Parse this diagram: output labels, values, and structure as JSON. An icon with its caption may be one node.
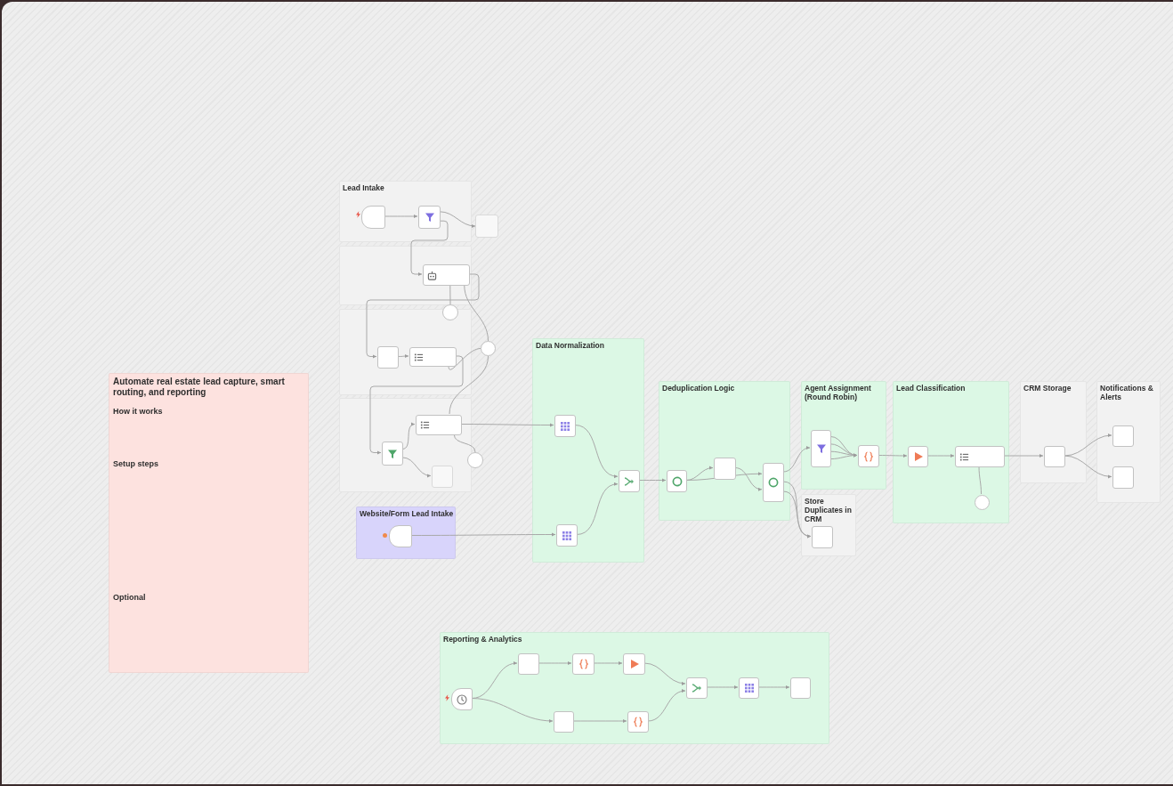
{
  "diagram": {
    "nodes": [
      {
        "text": [
          "Automate real estate lead capture, smart routing, and reporting",
          "How it works",
          "Setup steps",
          "Optional"
        ]
      },
      {
        "text": [
          "Lead Intake"
        ]
      },
      {
        "text": [],
        "shape": "box",
        "in": 1
      },
      {
        "text": [],
        "shape": "box",
        "in": 1
      },
      {
        "text": [],
        "shape": "box"
      },
      {
        "text": [],
        "shape": "box"
      },
      {
        "text": [],
        "shape": "box",
        "in": 5
      },
      {
        "text": [],
        "shape": "circle"
      },
      {
        "text": [],
        "shape": "box"
      },
      {
        "text": [],
        "shape": "box",
        "in": 8
      },
      {
        "text": [],
        "shape": "box",
        "in": 8
      },
      {
        "text": [],
        "shape": "circle"
      },
      {
        "text": [],
        "shape": "box"
      },
      {
        "text": [],
        "shape": "box",
        "in": 12
      },
      {
        "text": [],
        "shape": "box",
        "in": 12
      },
      {
        "text": [],
        "shape": "box",
        "in": 12
      },
      {
        "text": [],
        "shape": "circle"
      },
      {
        "text": [
          "Website/Form Lead Intake"
        ]
      },
      {
        "text": [],
        "shape": "box",
        "in": 17
      },
      {
        "text": [
          "Data Normalization"
        ]
      },
      {
        "text": [],
        "shape": "box",
        "in": 19
      },
      {
        "text": [],
        "shape": "box",
        "in": 19
      },
      {
        "text": [],
        "shape": "box",
        "in": 19
      },
      {
        "text": [
          "Deduplication Logic"
        ]
      },
      {
        "text": [],
        "shape": "box",
        "in": 23
      },
      {
        "text": [],
        "shape": "box",
        "in": 23
      },
      {
        "text": [],
        "shape": "box",
        "in": 23
      },
      {
        "text": [
          "Agent Assignment (Round Robin)"
        ]
      },
      {
        "text": [],
        "shape": "box",
        "in": 27
      },
      {
        "text": [],
        "shape": "box",
        "in": 27
      },
      {
        "text": [
          "Store Duplicates in CRM"
        ]
      },
      {
        "text": [],
        "shape": "box",
        "in": 30
      },
      {
        "text": [
          "Lead Classification"
        ]
      },
      {
        "text": [],
        "shape": "box",
        "in": 32
      },
      {
        "text": [],
        "shape": "box",
        "in": 32
      },
      {
        "text": [],
        "shape": "circle",
        "in": 32
      },
      {
        "text": [
          "CRM Storage"
        ]
      },
      {
        "text": [],
        "shape": "box",
        "in": 36
      },
      {
        "text": [
          "Notifications & Alerts"
        ]
      },
      {
        "text": [],
        "shape": "box",
        "in": 38
      },
      {
        "text": [],
        "shape": "box",
        "in": 38
      },
      {
        "text": [
          "Reporting & Analytics"
        ]
      },
      {
        "text": [],
        "shape": "box",
        "in": 41
      },
      {
        "text": [],
        "shape": "box",
        "in": 41
      },
      {
        "text": [],
        "shape": "box",
        "in": 41
      },
      {
        "text": [],
        "shape": "box",
        "in": 41
      },
      {
        "text": [],
        "shape": "box",
        "in": 41
      },
      {
        "text": [],
        "shape": "box",
        "in": 41
      },
      {
        "text": [],
        "shape": "box",
        "in": 41
      },
      {
        "text": [],
        "shape": "box",
        "in": 41
      },
      {
        "text": [],
        "shape": "box",
        "in": 41
      }
    ],
    "edges": [
      {
        "from": 2,
        "to": 3,
        "arrow": "to"
      },
      {
        "from": 3,
        "to": 4,
        "arrow": "to"
      },
      {
        "from": 3,
        "to": 6,
        "arrow": "to"
      },
      {
        "from": 6,
        "to": 9,
        "arrow": "to"
      },
      {
        "from": 9,
        "to": 10,
        "arrow": "to"
      },
      {
        "from": 10,
        "to": 13,
        "arrow": "to"
      },
      {
        "from": 13,
        "to": 14,
        "arrow": "to"
      },
      {
        "from": 13,
        "to": 15,
        "arrow": "to"
      },
      {
        "from": 14,
        "to": 20,
        "arrow": "to"
      },
      {
        "from": 7,
        "to": 6,
        "arrow": "none"
      },
      {
        "from": 11,
        "to": 6,
        "arrow": "none"
      },
      {
        "from": 11,
        "to": 10,
        "arrow": "none"
      },
      {
        "from": 11,
        "to": 14,
        "arrow": "none"
      },
      {
        "from": 16,
        "to": 14,
        "arrow": "none"
      },
      {
        "from": 18,
        "to": 21,
        "arrow": "to"
      },
      {
        "from": 20,
        "to": 22,
        "arrow": "to"
      },
      {
        "from": 21,
        "to": 22,
        "arrow": "to"
      },
      {
        "from": 22,
        "to": 24,
        "arrow": "to"
      },
      {
        "from": 24,
        "to": 25,
        "arrow": "to"
      },
      {
        "from": 24,
        "to": 26,
        "arrow": "to"
      },
      {
        "from": 25,
        "to": 26,
        "arrow": "to"
      },
      {
        "from": 26,
        "to": 28,
        "arrow": "to"
      },
      {
        "from": 26,
        "to": 31,
        "arrow": "to"
      },
      {
        "from": 26,
        "to": 31,
        "arrow": "to"
      },
      {
        "from": 28,
        "to": 29,
        "arrow": "to"
      },
      {
        "from": 28,
        "to": 29,
        "arrow": "to"
      },
      {
        "from": 28,
        "to": 29,
        "arrow": "to"
      },
      {
        "from": 28,
        "to": 29,
        "arrow": "to"
      },
      {
        "from": 29,
        "to": 33,
        "arrow": "to"
      },
      {
        "from": 33,
        "to": 34,
        "arrow": "to"
      },
      {
        "from": 35,
        "to": 34,
        "arrow": "none"
      },
      {
        "from": 34,
        "to": 37,
        "arrow": "to"
      },
      {
        "from": 37,
        "to": 39,
        "arrow": "to"
      },
      {
        "from": 37,
        "to": 40,
        "arrow": "to"
      },
      {
        "from": 42,
        "to": 43,
        "arrow": "to"
      },
      {
        "from": 42,
        "to": 46,
        "arrow": "to"
      },
      {
        "from": 43,
        "to": 44,
        "arrow": "to"
      },
      {
        "from": 44,
        "to": 45,
        "arrow": "to"
      },
      {
        "from": 45,
        "to": 48,
        "arrow": "to"
      },
      {
        "from": 46,
        "to": 47,
        "arrow": "to"
      },
      {
        "from": 47,
        "to": 48,
        "arrow": "to"
      },
      {
        "from": 48,
        "to": 49,
        "arrow": "to"
      },
      {
        "from": 49,
        "to": 50,
        "arrow": "to"
      }
    ]
  }
}
